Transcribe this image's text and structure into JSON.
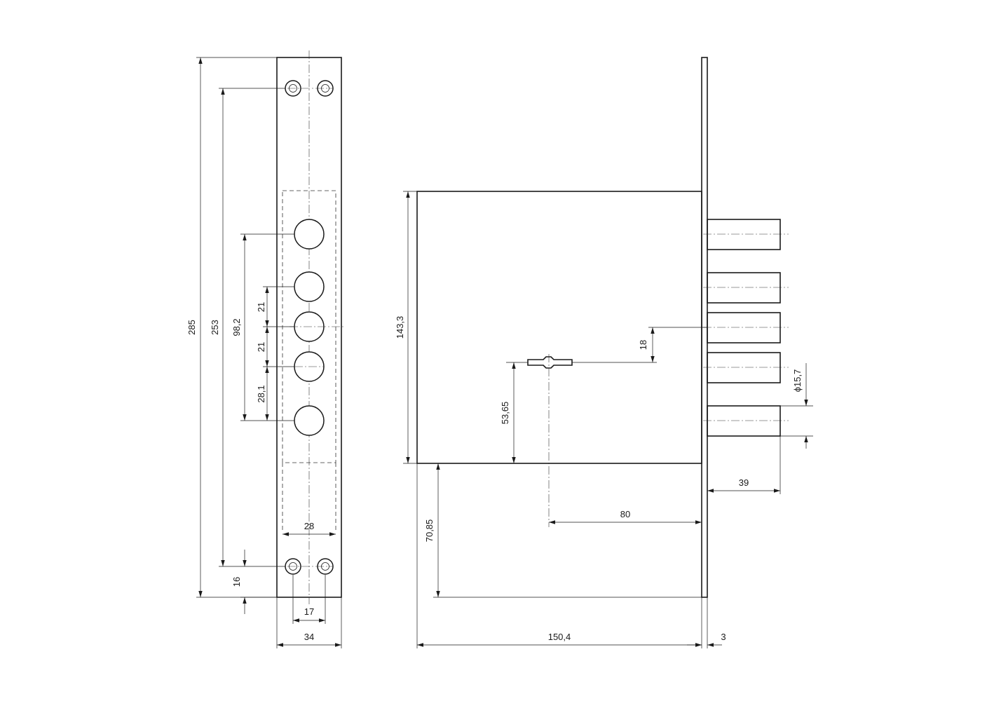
{
  "dimensions": {
    "faceplate_length": "285",
    "fixing_hole_spacing": "253",
    "bolt_span": "98,2",
    "bolt_spacing_upper": "21",
    "bolt_spacing_lower": "21",
    "bolt_spacing_bottom": "28,1",
    "fixing_hole_offset": "16",
    "hole_pair_spacing": "17",
    "faceplate_width": "34",
    "bolt_zone_width": "28",
    "case_height": "143,3",
    "keyhole_height": "53,65",
    "case_bottom_offset": "70,85",
    "backset": "80",
    "case_depth": "150,4",
    "faceplate_thickness": "3",
    "bolt_throw": "39",
    "bolt_diameter": "ϕ15,7",
    "keyhole_to_bolt": "18"
  }
}
